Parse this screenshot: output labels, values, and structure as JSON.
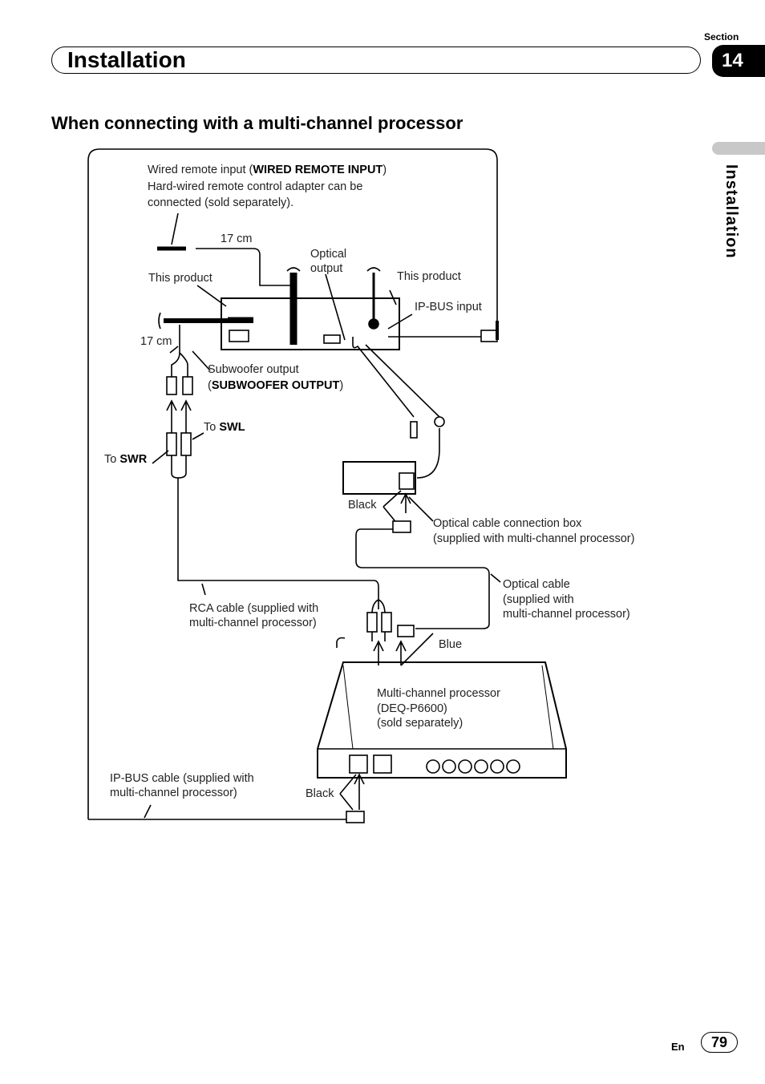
{
  "header": {
    "section_label": "Section",
    "section_number": "14",
    "title": "Installation"
  },
  "side_tab": {
    "label": "Installation"
  },
  "subtitle": "When connecting with a multi-channel processor",
  "diagram": {
    "wired_remote": {
      "line1_pre": "Wired remote input (",
      "line1_bold": "WIRED REMOTE INPUT",
      "line1_post": ")",
      "line2": "Hard-wired remote control adapter can be",
      "line3": "connected (sold separately)."
    },
    "cable_17cm_top": "17 cm",
    "cable_17cm_left": "17 cm",
    "this_product_left": "This product",
    "this_product_right": "This product",
    "optical_output_1": "Optical",
    "optical_output_2": "output",
    "ip_bus_input": "IP-BUS input",
    "subwoofer_line1": "Subwoofer output",
    "subwoofer_pre": "(",
    "subwoofer_bold": "SUBWOOFER OUTPUT",
    "subwoofer_post": ")",
    "to_swl_pre": "To ",
    "to_swl_bold": "SWL",
    "to_swr_pre": "To ",
    "to_swr_bold": "SWR",
    "black_1": "Black",
    "optical_box_1": "Optical cable connection box",
    "optical_box_2": "(supplied with multi-channel processor)",
    "optical_cable_1": "Optical cable",
    "optical_cable_2": "(supplied with",
    "optical_cable_3": "multi-channel processor)",
    "rca_1": "RCA cable (supplied with",
    "rca_2": "multi-channel processor)",
    "blue": "Blue",
    "processor_1": "Multi-channel processor",
    "processor_2": "(DEQ-P6600)",
    "processor_3": "(sold separately)",
    "ipbus_cable_1": "IP-BUS cable (supplied with",
    "ipbus_cable_2": "multi-channel processor)",
    "black_2": "Black"
  },
  "footer": {
    "lang": "En",
    "page": "79"
  }
}
